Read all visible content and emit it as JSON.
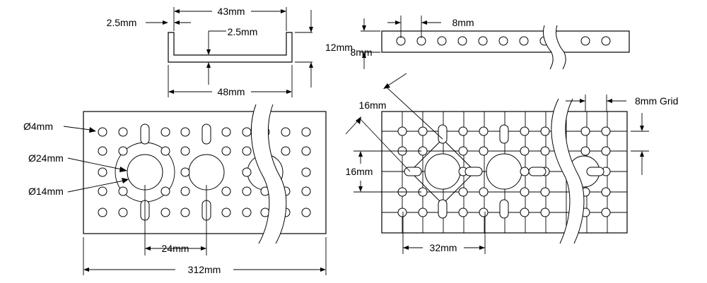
{
  "channel_view": {
    "lip_thickness": "2.5mm",
    "inner_width": "43mm",
    "wall_thickness": "2.5mm",
    "height": "12mm",
    "outer_width": "48mm"
  },
  "strip_view": {
    "hole_spacing": "8mm",
    "strip_height": "8mm"
  },
  "plate_view": {
    "small_hole_diameter": "Ø4mm",
    "large_hole_diameter": "Ø24mm",
    "bolt_circle_diameter": "Ø14mm",
    "hub_spacing": "24mm",
    "overall_length": "312mm"
  },
  "grid_view": {
    "grid_label": "8mm Grid",
    "diamond_size": "16mm",
    "row_spacing": "16mm",
    "hub_spacing": "32mm"
  }
}
